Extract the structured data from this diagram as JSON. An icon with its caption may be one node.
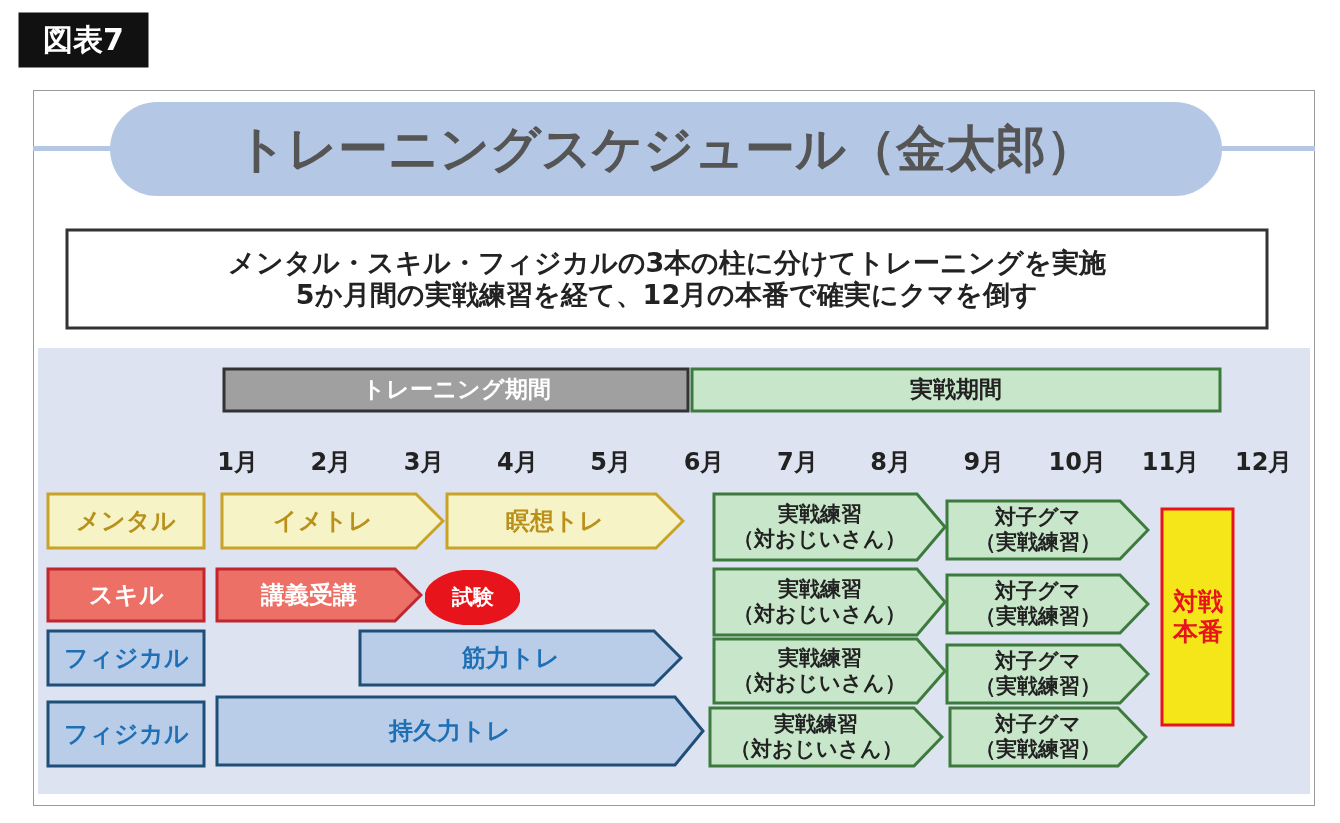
{
  "diagram": {
    "title": "トレーニングスケジュール（金太郎）",
    "nodes": [
      {
        "text": [
          "図表7"
        ]
      },
      {
        "text": [
          "メンタル・スキル・フィジカルの3本の柱に分けてトレーニングを実施",
          "5か月間の実戦練習を経て、12月の本番で確実にクマを倒す"
        ]
      },
      {
        "text": [
          "トレーニング期間"
        ]
      },
      {
        "text": [
          "実戦期間"
        ]
      },
      {
        "text": [
          "メンタル"
        ]
      },
      {
        "text": [
          "イメトレ"
        ]
      },
      {
        "text": [
          "瞑想トレ"
        ]
      },
      {
        "text": [
          "実戦練習",
          "（対おじいさん）"
        ]
      },
      {
        "text": [
          "対子グマ",
          "（実戦練習）"
        ]
      },
      {
        "text": [
          "スキル"
        ]
      },
      {
        "text": [
          "講義受講"
        ]
      },
      {
        "text": [
          "試験"
        ]
      },
      {
        "text": [
          "実戦練習",
          "（対おじいさん）"
        ]
      },
      {
        "text": [
          "対子グマ",
          "（実戦練習）"
        ]
      },
      {
        "text": [
          "フィジカル"
        ]
      },
      {
        "text": [
          "筋力トレ"
        ]
      },
      {
        "text": [
          "実戦練習",
          "（対おじいさん）"
        ]
      },
      {
        "text": [
          "対子グマ",
          "（実戦練習）"
        ]
      },
      {
        "text": [
          "フィジカル"
        ]
      },
      {
        "text": [
          "持久力トレ"
        ]
      },
      {
        "text": [
          "実戦練習",
          "（対おじいさん）"
        ]
      },
      {
        "text": [
          "対子グマ",
          "（実戦練習）"
        ]
      },
      {
        "text": [
          "対戦本番"
        ]
      }
    ],
    "edges": [],
    "labels": [
      "1月",
      "2月",
      "3月",
      "4月",
      "5月",
      "6月",
      "7月",
      "8月",
      "9月",
      "10月",
      "11月",
      "12月"
    ]
  }
}
